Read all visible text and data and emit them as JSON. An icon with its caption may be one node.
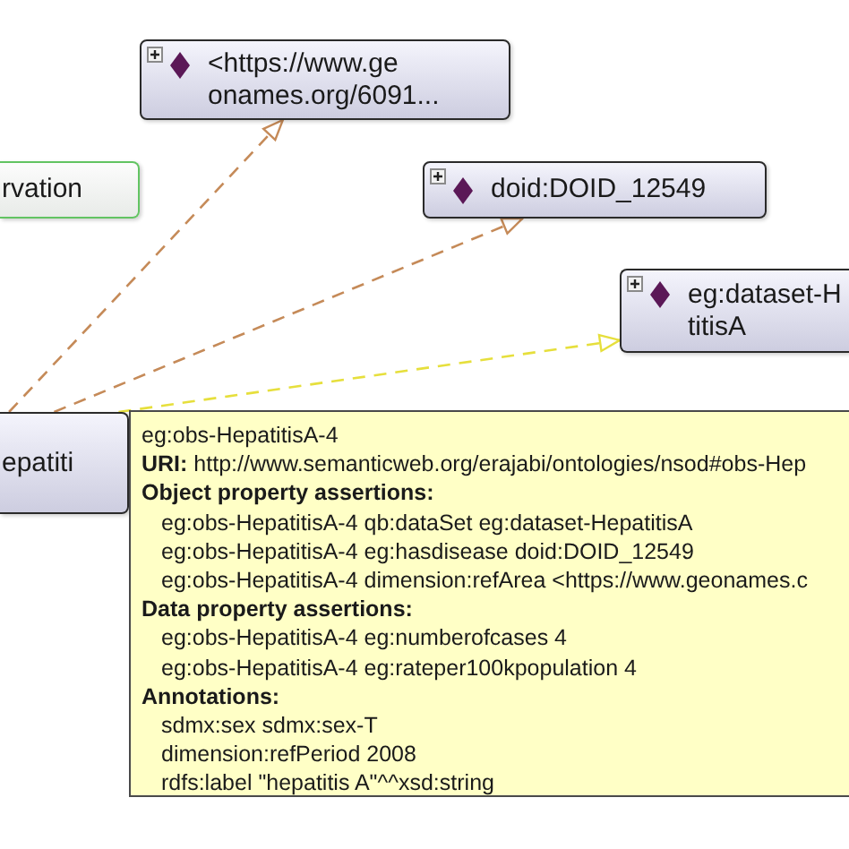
{
  "diagram": {
    "nodes": [
      {
        "text": [
          "<https://www.ge onames.org/6091..."
        ]
      },
      {
        "text": [
          "rvation"
        ]
      },
      {
        "text": [
          "doid:DOID_12549"
        ]
      },
      {
        "text": [
          "eg:dataset-H titisA"
        ]
      },
      {
        "text": [
          "epatiti"
        ]
      },
      {
        "text": [
          "eg:obs-HepatitisA-4",
          "**URI:** http://www.semanticweb.org/erajabi/ontologies/nsod#obs-Hep",
          "Object property assertions:",
          "eg:obs-HepatitisA-4 qb:dataSet eg:dataset-HepatitisA",
          "eg:obs-HepatitisA-4 eg:hasdisease doid:DOID_12549",
          "eg:obs-HepatitisA-4 dimension:refArea <https://www.geonames.c",
          "Data property assertions:",
          "eg:obs-HepatitisA-4 eg:numberofcases 4",
          "eg:obs-HepatitisA-4 eg:rateper100kpopulation 4",
          "Annotations:",
          "sdmx:sex sdmx:sex-T",
          "dimension:refPeriod 2008",
          "rdfs:label \"hepatitis A\"^^xsd:string"
        ]
      }
    ],
    "edges": [
      {
        "from": 4,
        "to": 0,
        "arrow": "to",
        "style": "dashed"
      },
      {
        "from": 4,
        "to": 2,
        "arrow": "to",
        "style": "dashed"
      },
      {
        "from": 4,
        "to": 3,
        "arrow": "to",
        "style": "dashed",
        "color": "#e6df3c"
      }
    ]
  }
}
